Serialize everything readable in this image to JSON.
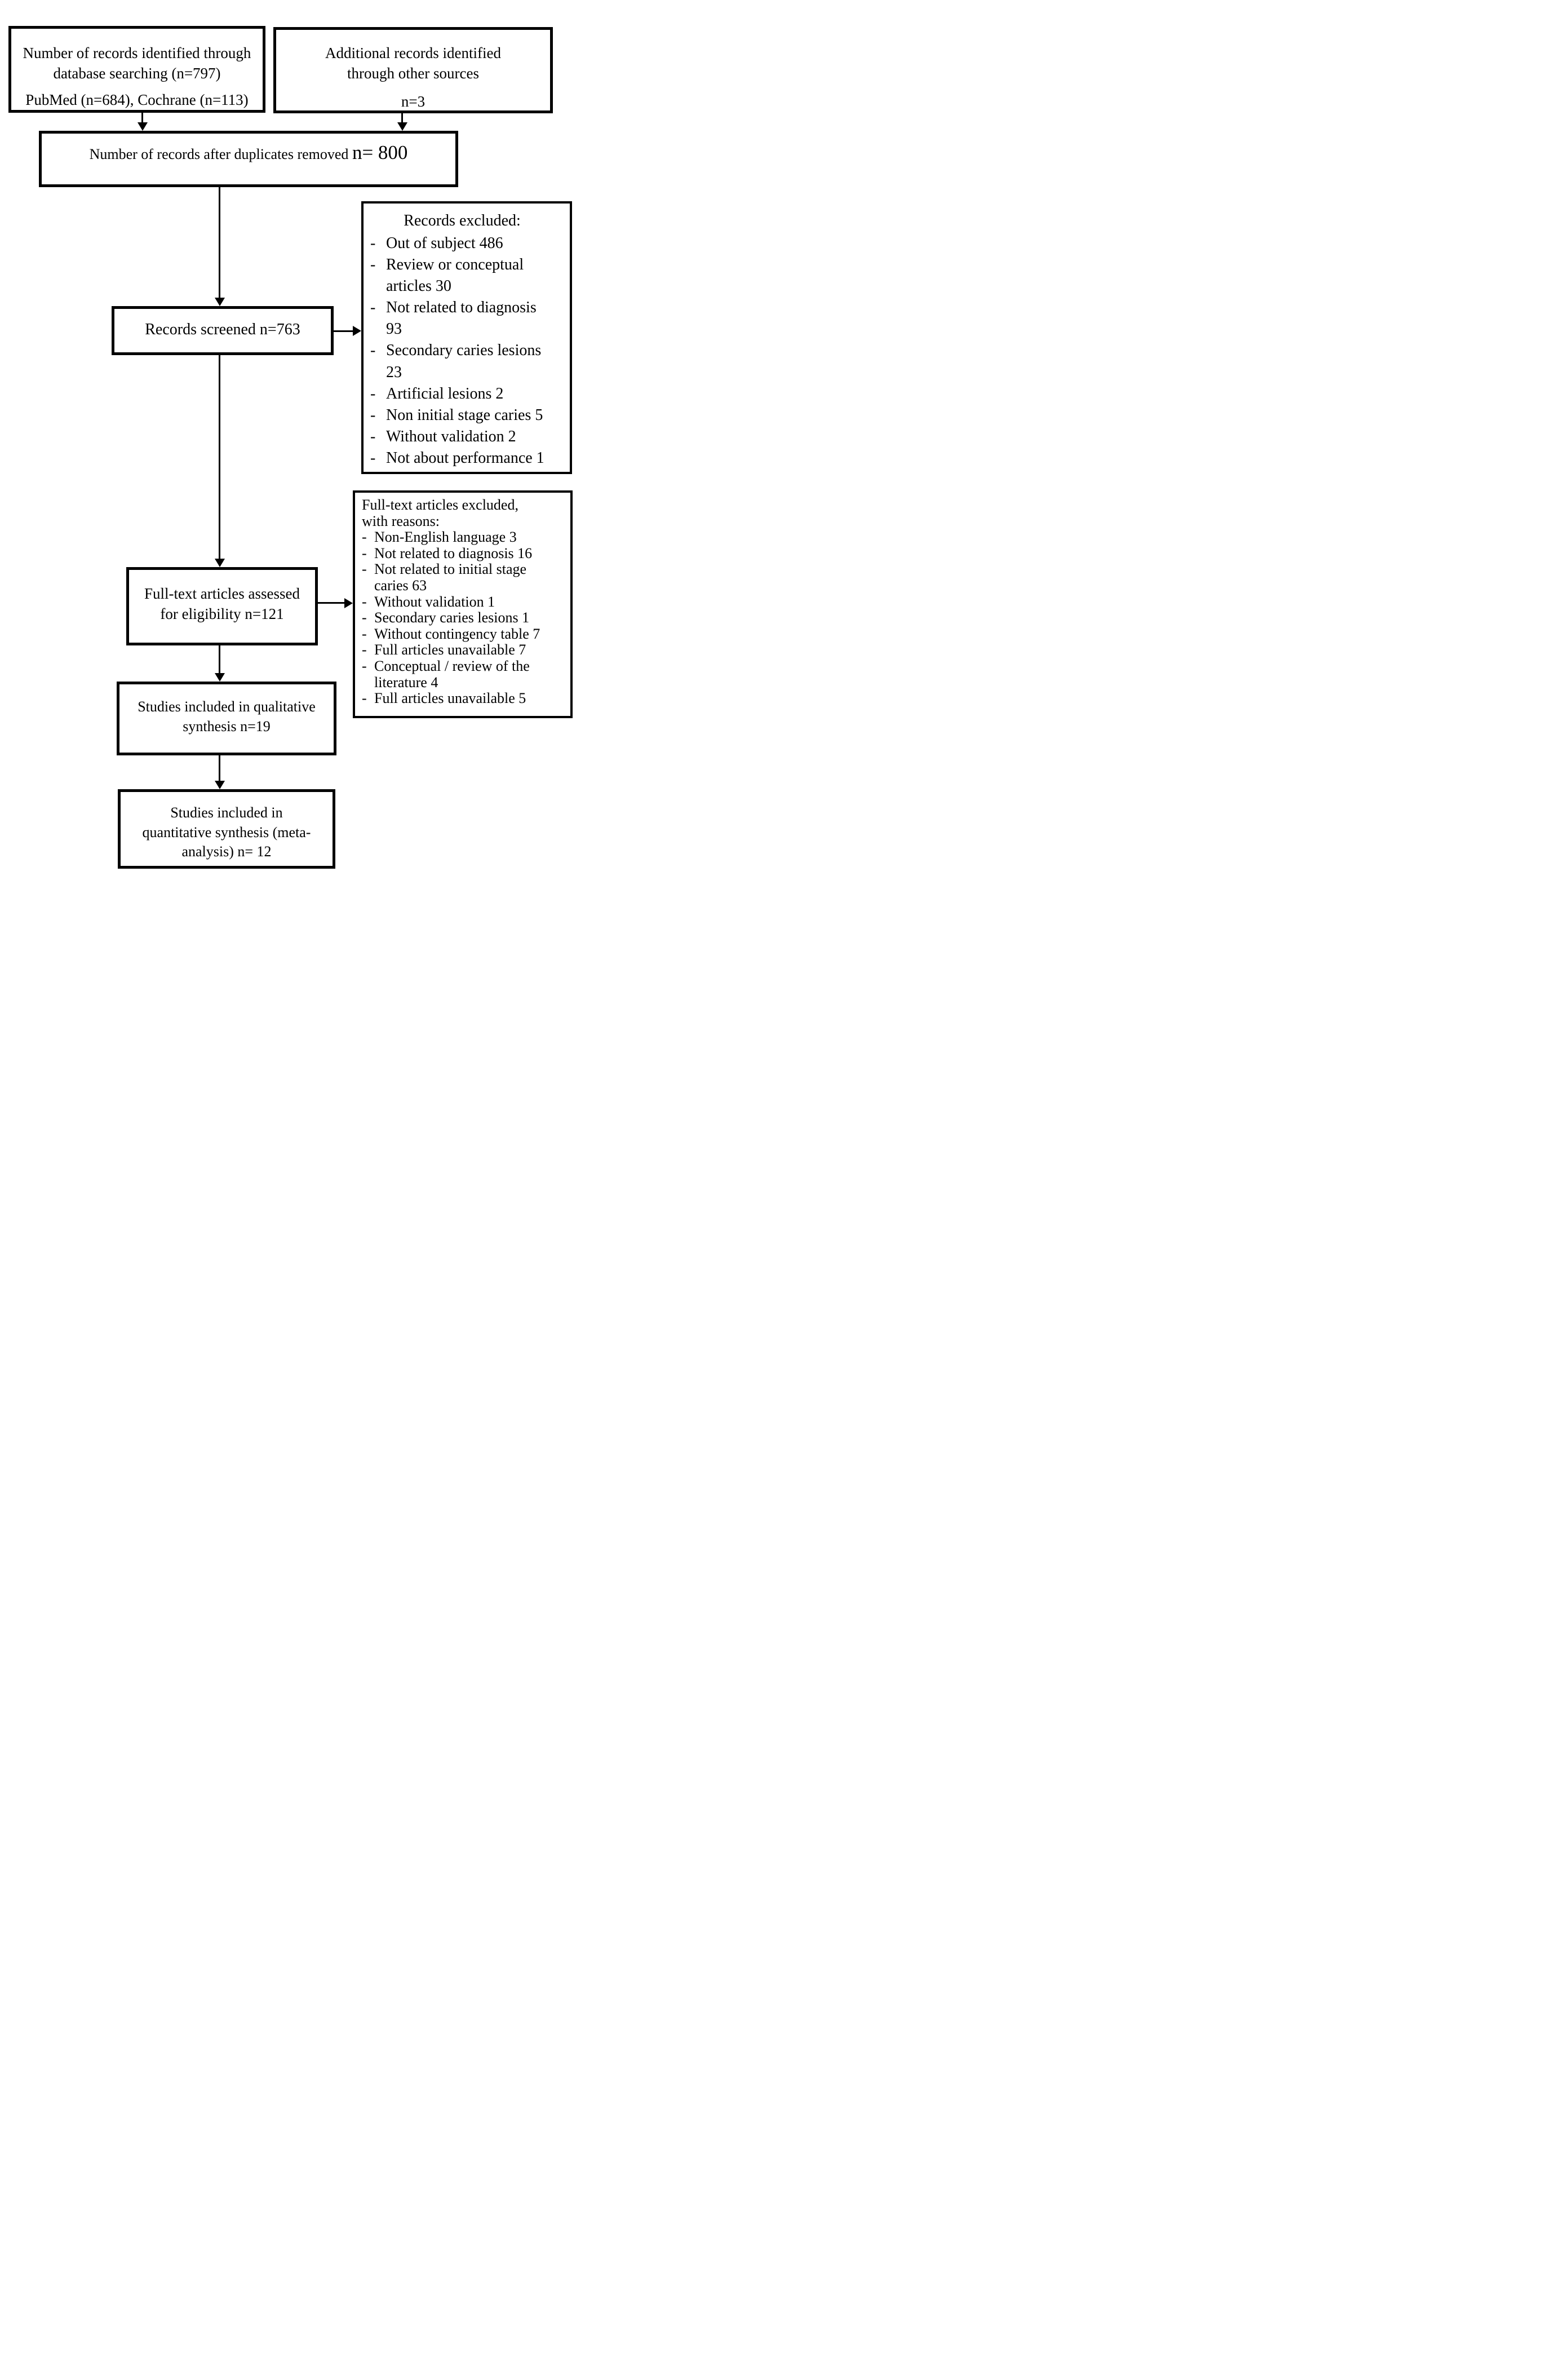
{
  "diagram": {
    "bullet": "-",
    "colors": {
      "box_border": "#000000",
      "background": "#ffffff",
      "text": "#000000"
    },
    "boxes": {
      "identified": {
        "line1": "Number of records identified through database searching (n=797)",
        "line2": "PubMed (n=684), Cochrane (n=113)"
      },
      "additional": {
        "line1": "Additional records identified through other sources",
        "line2": "n=3"
      },
      "duplicates_removed": {
        "text": "Number of records after duplicates removed",
        "count": "n= 800"
      },
      "screened": {
        "text": "Records screened n=763"
      },
      "records_excluded": {
        "title": "Records excluded:",
        "items": [
          "Out of subject 486",
          "Review or conceptual articles 30",
          "Not related to diagnosis 93",
          "Secondary caries lesions 23",
          "Artificial lesions 2",
          "Non initial stage caries 5",
          "Without validation 2",
          "Not about performance 1"
        ]
      },
      "fulltext_assessed": {
        "text": "Full-text articles assessed for eligibility n=121"
      },
      "fulltext_excluded": {
        "title": "Full-text articles excluded, with reasons:",
        "items": [
          "Non-English language 3",
          "Not related to diagnosis 16",
          "Not related to initial stage caries 63",
          "Without validation 1",
          "Secondary caries lesions 1",
          "Without contingency table 7",
          "Full articles unavailable 7",
          "Conceptual / review of the literature 4",
          "Full articles unavailable 5"
        ]
      },
      "qualitative": {
        "text": "Studies included in qualitative synthesis n=19"
      },
      "quantitative": {
        "text": "Studies included in quantitative synthesis (meta-analysis) n= 12"
      }
    }
  }
}
